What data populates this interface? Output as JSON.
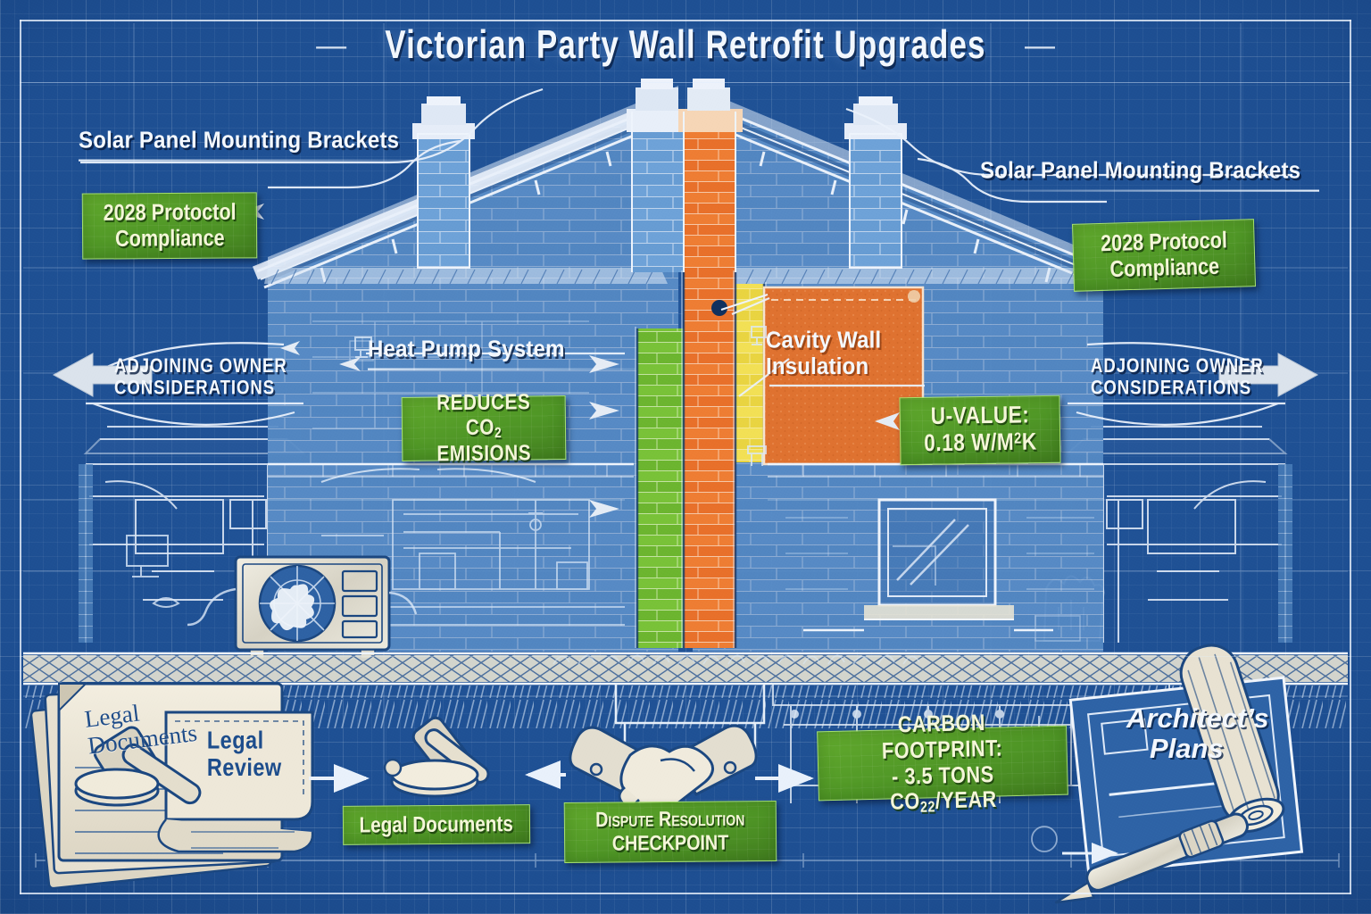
{
  "document": {
    "title": "Victorian Party Wall Retrofit Upgrades",
    "left_dash": "—",
    "right_dash": "—"
  },
  "callouts": {
    "solar_left": "Solar Panel Mounting Brackets",
    "solar_right": "Solar Panel Mounting Brackets",
    "heat_pump": "Heat Pump System",
    "cavity_wall_line1": "Cavity Wall",
    "cavity_wall_line2": "Insulation",
    "adjoining_left_line1": "Adjoining Owner",
    "adjoining_left_line2": "Considerations",
    "adjoining_right_line1": "Adjoining Owner",
    "adjoining_right_line2": "Considerations",
    "architects_plans_line1": "Architect’s",
    "architects_plans_line2": "Plans",
    "legal_documents_paper_line1": "Legal",
    "legal_documents_paper_line2": "Documents",
    "legal_review_line1": "Legal",
    "legal_review_line2": "Review"
  },
  "badges": {
    "protocol_left_line1": "2028 Protoctol",
    "protocol_left_line2": "Compliance",
    "protocol_right_line1": "2028 Protocol",
    "protocol_right_line2": "Compliance",
    "reduces_line1": "Reduces",
    "reduces_line2_pre": "CO",
    "reduces_line2_sub": "2",
    "reduces_line2_post": " Emisions",
    "uvalue_line1": "U-Value:",
    "uvalue_line2_pre": "0.18 W/m",
    "uvalue_line2_sup": "2",
    "uvalue_line2_post": "K",
    "legal_documents": "Legal Documents",
    "dispute_line1": "Dispute Resolution",
    "dispute_line2": "Checkpoint",
    "carbon_line1": "Carbon Footprint:",
    "carbon_line2_pre": "- 3.5 tons CO",
    "carbon_line2_sub": "22",
    "carbon_line2_post": "/year"
  },
  "colors": {
    "blueprint_bg": "#1d4e91",
    "paper_line": "#eef4fc",
    "badge_green": "#4f9626",
    "badge_border": "#a6e06a",
    "badge_text": "#f4f6d8",
    "party_wall_brick": "#e8702a",
    "insulation_green": "#6cb52f",
    "insulation_yellow": "#e9d441",
    "cavity_panel": "#df7230",
    "brick_blue": "#6f9fd4"
  },
  "diagram": {
    "type": "architectural-section",
    "subject": "Semi-detached Victorian house section at party wall",
    "layers": [
      {
        "name": "blue-brick-left-leaf",
        "color": "#6f9fd4"
      },
      {
        "name": "green-insulation-strip",
        "color": "#6cb52f"
      },
      {
        "name": "orange-party-wall-brick",
        "color": "#e8702a"
      },
      {
        "name": "yellow-insulation-strip",
        "color": "#e9d441"
      },
      {
        "name": "orange-cavity-wall-insulation-panel",
        "color": "#df7230"
      }
    ],
    "elements": [
      "chimney-left",
      "chimney-centre-twin",
      "chimney-right",
      "pitched-roof-solar-rails",
      "party-wall-centre",
      "heat-pump-outdoor-unit",
      "ground-line-hatch",
      "porch-left",
      "porch-right",
      "window-right",
      "legal-documents-stack",
      "gavel-icon",
      "handshake-icon",
      "rolled-plans-and-pen"
    ]
  }
}
